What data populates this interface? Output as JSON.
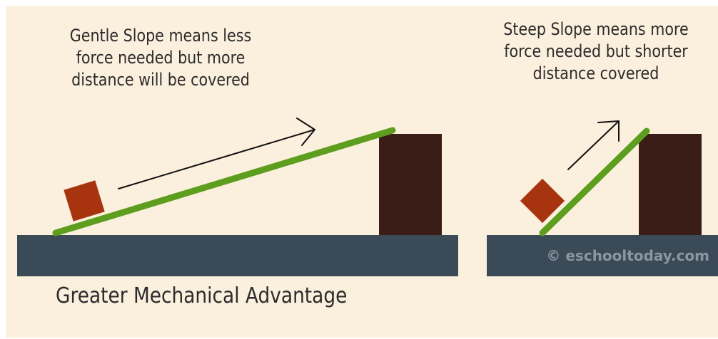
{
  "diagram": {
    "left_caption": {
      "lines": [
        "Gentle Slope means less",
        "force needed but more",
        "distance will be covered"
      ]
    },
    "right_caption": {
      "lines": [
        "Steep Slope means more",
        "force needed but shorter",
        "distance covered"
      ]
    },
    "bottom_label": "Greater Mechanical Advantage",
    "watermark": "© eschooltoday.com",
    "colors": {
      "background": "#fbf0dd",
      "ground": "#3a4a57",
      "ramp": "#5e9e1e",
      "box": "#a8340f",
      "pillar": "#3b1d17",
      "arrow": "#111111"
    }
  }
}
